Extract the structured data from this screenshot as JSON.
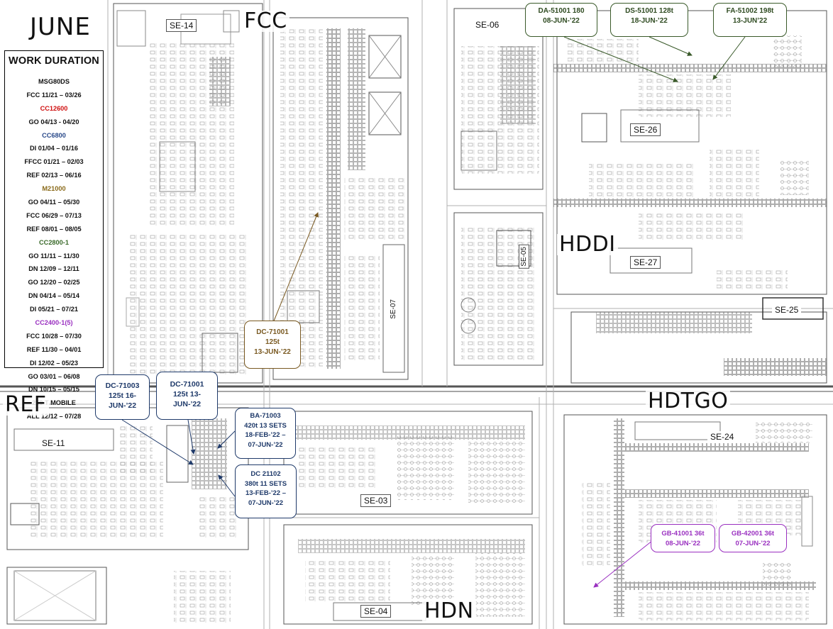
{
  "month": "JUNE",
  "legend": {
    "title": "WORK DURATION",
    "items": [
      {
        "text": "MSG80DS",
        "color": "#111111"
      },
      {
        "text": "FCC 11/21 – 03/26",
        "color": "#111111"
      },
      {
        "text": "CC12600",
        "color": "#d01010"
      },
      {
        "text": "GO 04/13 - 04/20",
        "color": "#111111"
      },
      {
        "text": "CC6800",
        "color": "#2a4a8a"
      },
      {
        "text": "DI 01/04 – 01/16",
        "color": "#111111"
      },
      {
        "text": "FFCC 01/21 – 02/03",
        "color": "#111111"
      },
      {
        "text": "REF 02/13 – 06/16",
        "color": "#111111"
      },
      {
        "text": "M21000",
        "color": "#8a6a1a"
      },
      {
        "text": "GO 04/11 – 05/30",
        "color": "#111111"
      },
      {
        "text": "FCC 06/29 – 07/13",
        "color": "#111111"
      },
      {
        "text": "REF 08/01 – 08/05",
        "color": "#111111"
      },
      {
        "text": "CC2800-1",
        "color": "#3a6a2a"
      },
      {
        "text": "GO 11/11 – 11/30",
        "color": "#111111"
      },
      {
        "text": "DN 12/09 – 12/11",
        "color": "#111111"
      },
      {
        "text": "GO 12/20 – 02/25",
        "color": "#111111"
      },
      {
        "text": "DN 04/14 – 05/14",
        "color": "#111111"
      },
      {
        "text": "DI 05/21 – 07/21",
        "color": "#111111"
      },
      {
        "text": "CC2400-1(5)",
        "color": "#9a30c0"
      },
      {
        "text": "FCC 10/28 – 07/30",
        "color": "#111111"
      },
      {
        "text": "REF 11/30 – 04/01",
        "color": "#111111"
      },
      {
        "text": "DI 12/02 – 05/23",
        "color": "#111111"
      },
      {
        "text": "GO 03/01 – 06/08",
        "color": "#111111"
      },
      {
        "text": "DN 10/15 – 05/15",
        "color": "#111111"
      },
      {
        "text": "250 T MOBILE",
        "color": "#111111"
      },
      {
        "text": "ALL 12/12 – 07/28",
        "color": "#111111"
      }
    ]
  },
  "areas": {
    "fcc": "FCC",
    "hddi": "HDDI",
    "ref": "REF",
    "hdtgo": "HDTGO",
    "hdn": "HDN"
  },
  "substations": {
    "se14": "SE-14",
    "se06": "SE-06",
    "se26": "SE-26",
    "se27": "SE-27",
    "se25": "SE-25",
    "se05": "SE-05",
    "se07": "SE-07",
    "se11": "SE-11",
    "se24": "SE-24",
    "se03": "SE-03",
    "se04": "SE-04"
  },
  "callouts": {
    "da51001": [
      "DA-51001 180",
      "08-JUN-’22"
    ],
    "ds51001": [
      "DS-51001 128t",
      "18-JUN-’22"
    ],
    "fa51002": [
      "FA-51002 198t",
      "13-JUN’22"
    ],
    "dc71001_fcc": [
      "DC-71001",
      "125t",
      "13-JUN-’22"
    ],
    "dc71003": [
      "DC-71003",
      "125t 16-",
      "JUN-’22"
    ],
    "dc71001_ref": [
      "DC-71001",
      "125t 13-",
      "JUN-’22"
    ],
    "ba71003": [
      "BA-71003",
      "420t 13 SETS",
      "18-FEB-’22 –",
      "07-JUN-’22"
    ],
    "dc21102": [
      "DC 21102",
      "380t 11 SETS",
      "13-FEB-’22 –",
      "07-JUN-’22"
    ],
    "gb41001": [
      "GB-41001 36t",
      "08-JUN-’22"
    ],
    "gb42001": [
      "GB-42001 36t",
      "07-JUN-’22"
    ]
  },
  "colors": {
    "green": "#3a5a2a",
    "brown": "#7a5a22",
    "blue": "#1f3a6a",
    "purple": "#9a30c0"
  }
}
